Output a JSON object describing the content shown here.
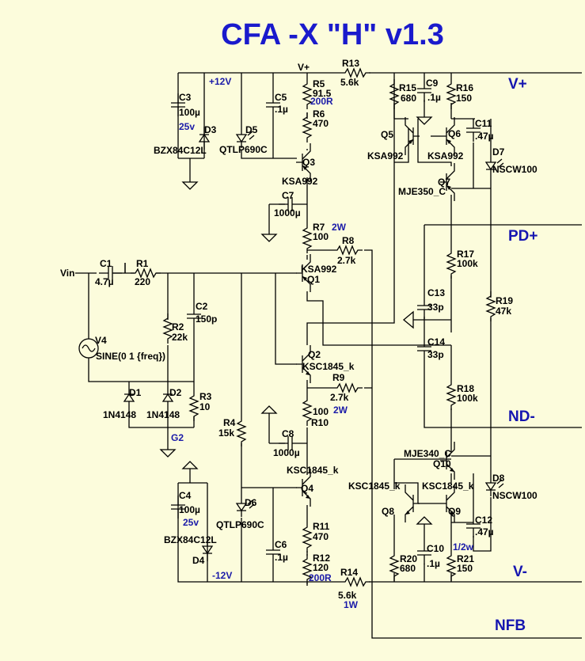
{
  "title": "CFA -X \"H\" v1.3",
  "nets": [
    "V+",
    "PD+",
    "ND-",
    "V-",
    "NFB"
  ],
  "rails": {
    "pos": "V+",
    "p12": "+12V",
    "n12": "-12V",
    "g2": "G2",
    "vin": "Vin"
  },
  "components": {
    "C1": {
      "ref": "C1",
      "value": "4.7µ"
    },
    "R1": {
      "ref": "R1",
      "value": "220"
    },
    "C2": {
      "ref": "C2",
      "value": "150p"
    },
    "R2": {
      "ref": "R2",
      "value": "22k"
    },
    "R3": {
      "ref": "R3",
      "value": "10"
    },
    "V4": {
      "ref": "V4",
      "value": "SINE(0 1 {freq})"
    },
    "D1": {
      "ref": "D1",
      "value": "1N4148"
    },
    "D2": {
      "ref": "D2",
      "value": "1N4148"
    },
    "C3": {
      "ref": "C3",
      "value": "100µ",
      "note": "25v"
    },
    "D3": {
      "ref": "D3",
      "value": "BZX84C12L"
    },
    "C4": {
      "ref": "C4",
      "value": "100µ",
      "note": "25v"
    },
    "D4": {
      "ref": "D4",
      "value": "BZX84C12L"
    },
    "C5": {
      "ref": "C5",
      "value": ".1µ"
    },
    "D5": {
      "ref": "D5",
      "value": "QTLP690C"
    },
    "D6": {
      "ref": "D6",
      "value": "QTLP690C"
    },
    "C6": {
      "ref": "C6",
      "value": ".1µ"
    },
    "R4": {
      "ref": "R4",
      "value": "15k"
    },
    "R5": {
      "ref": "R5",
      "value": "91.5",
      "note": "200R"
    },
    "R6": {
      "ref": "R6",
      "value": "470"
    },
    "Q3": {
      "ref": "Q3",
      "value": "KSA992"
    },
    "C7": {
      "ref": "C7",
      "value": "1000µ"
    },
    "R7": {
      "ref": "R7",
      "value": "100",
      "note": "2W"
    },
    "R8": {
      "ref": "R8",
      "value": "2.7k"
    },
    "Q1": {
      "ref": "Q1",
      "value": "KSA992"
    },
    "Q2": {
      "ref": "Q2",
      "value": "KSC1845_k"
    },
    "R9": {
      "ref": "R9",
      "value": "2.7k"
    },
    "R10": {
      "ref": "R10",
      "value": "100",
      "note": "2W"
    },
    "C8": {
      "ref": "C8",
      "value": "1000µ"
    },
    "Q4": {
      "ref": "Q4",
      "value": "KSC1845_k"
    },
    "R11": {
      "ref": "R11",
      "value": "470"
    },
    "R12": {
      "ref": "R12",
      "value": "120",
      "note": "200R"
    },
    "R13": {
      "ref": "R13",
      "value": "5.6k"
    },
    "R14": {
      "ref": "R14",
      "value": "5.6k",
      "note": "1W"
    },
    "R15": {
      "ref": "R15",
      "value": "680"
    },
    "C9": {
      "ref": "C9",
      "value": ".1µ"
    },
    "R16": {
      "ref": "R16",
      "value": "150"
    },
    "Q5": {
      "ref": "Q5",
      "value": "KSA992"
    },
    "Q6": {
      "ref": "Q6",
      "value": "KSA992"
    },
    "C11": {
      "ref": "C11",
      "value": ".47µ"
    },
    "D7": {
      "ref": "D7",
      "value": "NSCW100"
    },
    "Q7": {
      "ref": "Q7",
      "value": "MJE350_C"
    },
    "R17": {
      "ref": "R17",
      "value": "100k"
    },
    "C13": {
      "ref": "C13",
      "value": "33p"
    },
    "C14": {
      "ref": "C14",
      "value": "33p"
    },
    "R19": {
      "ref": "R19",
      "value": "47k"
    },
    "R18": {
      "ref": "R18",
      "value": "100k"
    },
    "Q10": {
      "ref": "Q10",
      "value": "MJE340_C"
    },
    "D8": {
      "ref": "D8",
      "value": "NSCW100"
    },
    "Q8": {
      "ref": "Q8",
      "value": "KSC1845_k"
    },
    "Q9": {
      "ref": "Q9",
      "value": "KSC1845_k"
    },
    "C12": {
      "ref": "C12",
      "value": ".47µ",
      "note": "1/2w"
    },
    "R20": {
      "ref": "R20",
      "value": "680"
    },
    "C10": {
      "ref": "C10",
      "value": ".1µ"
    },
    "R21": {
      "ref": "R21",
      "value": "150"
    }
  }
}
